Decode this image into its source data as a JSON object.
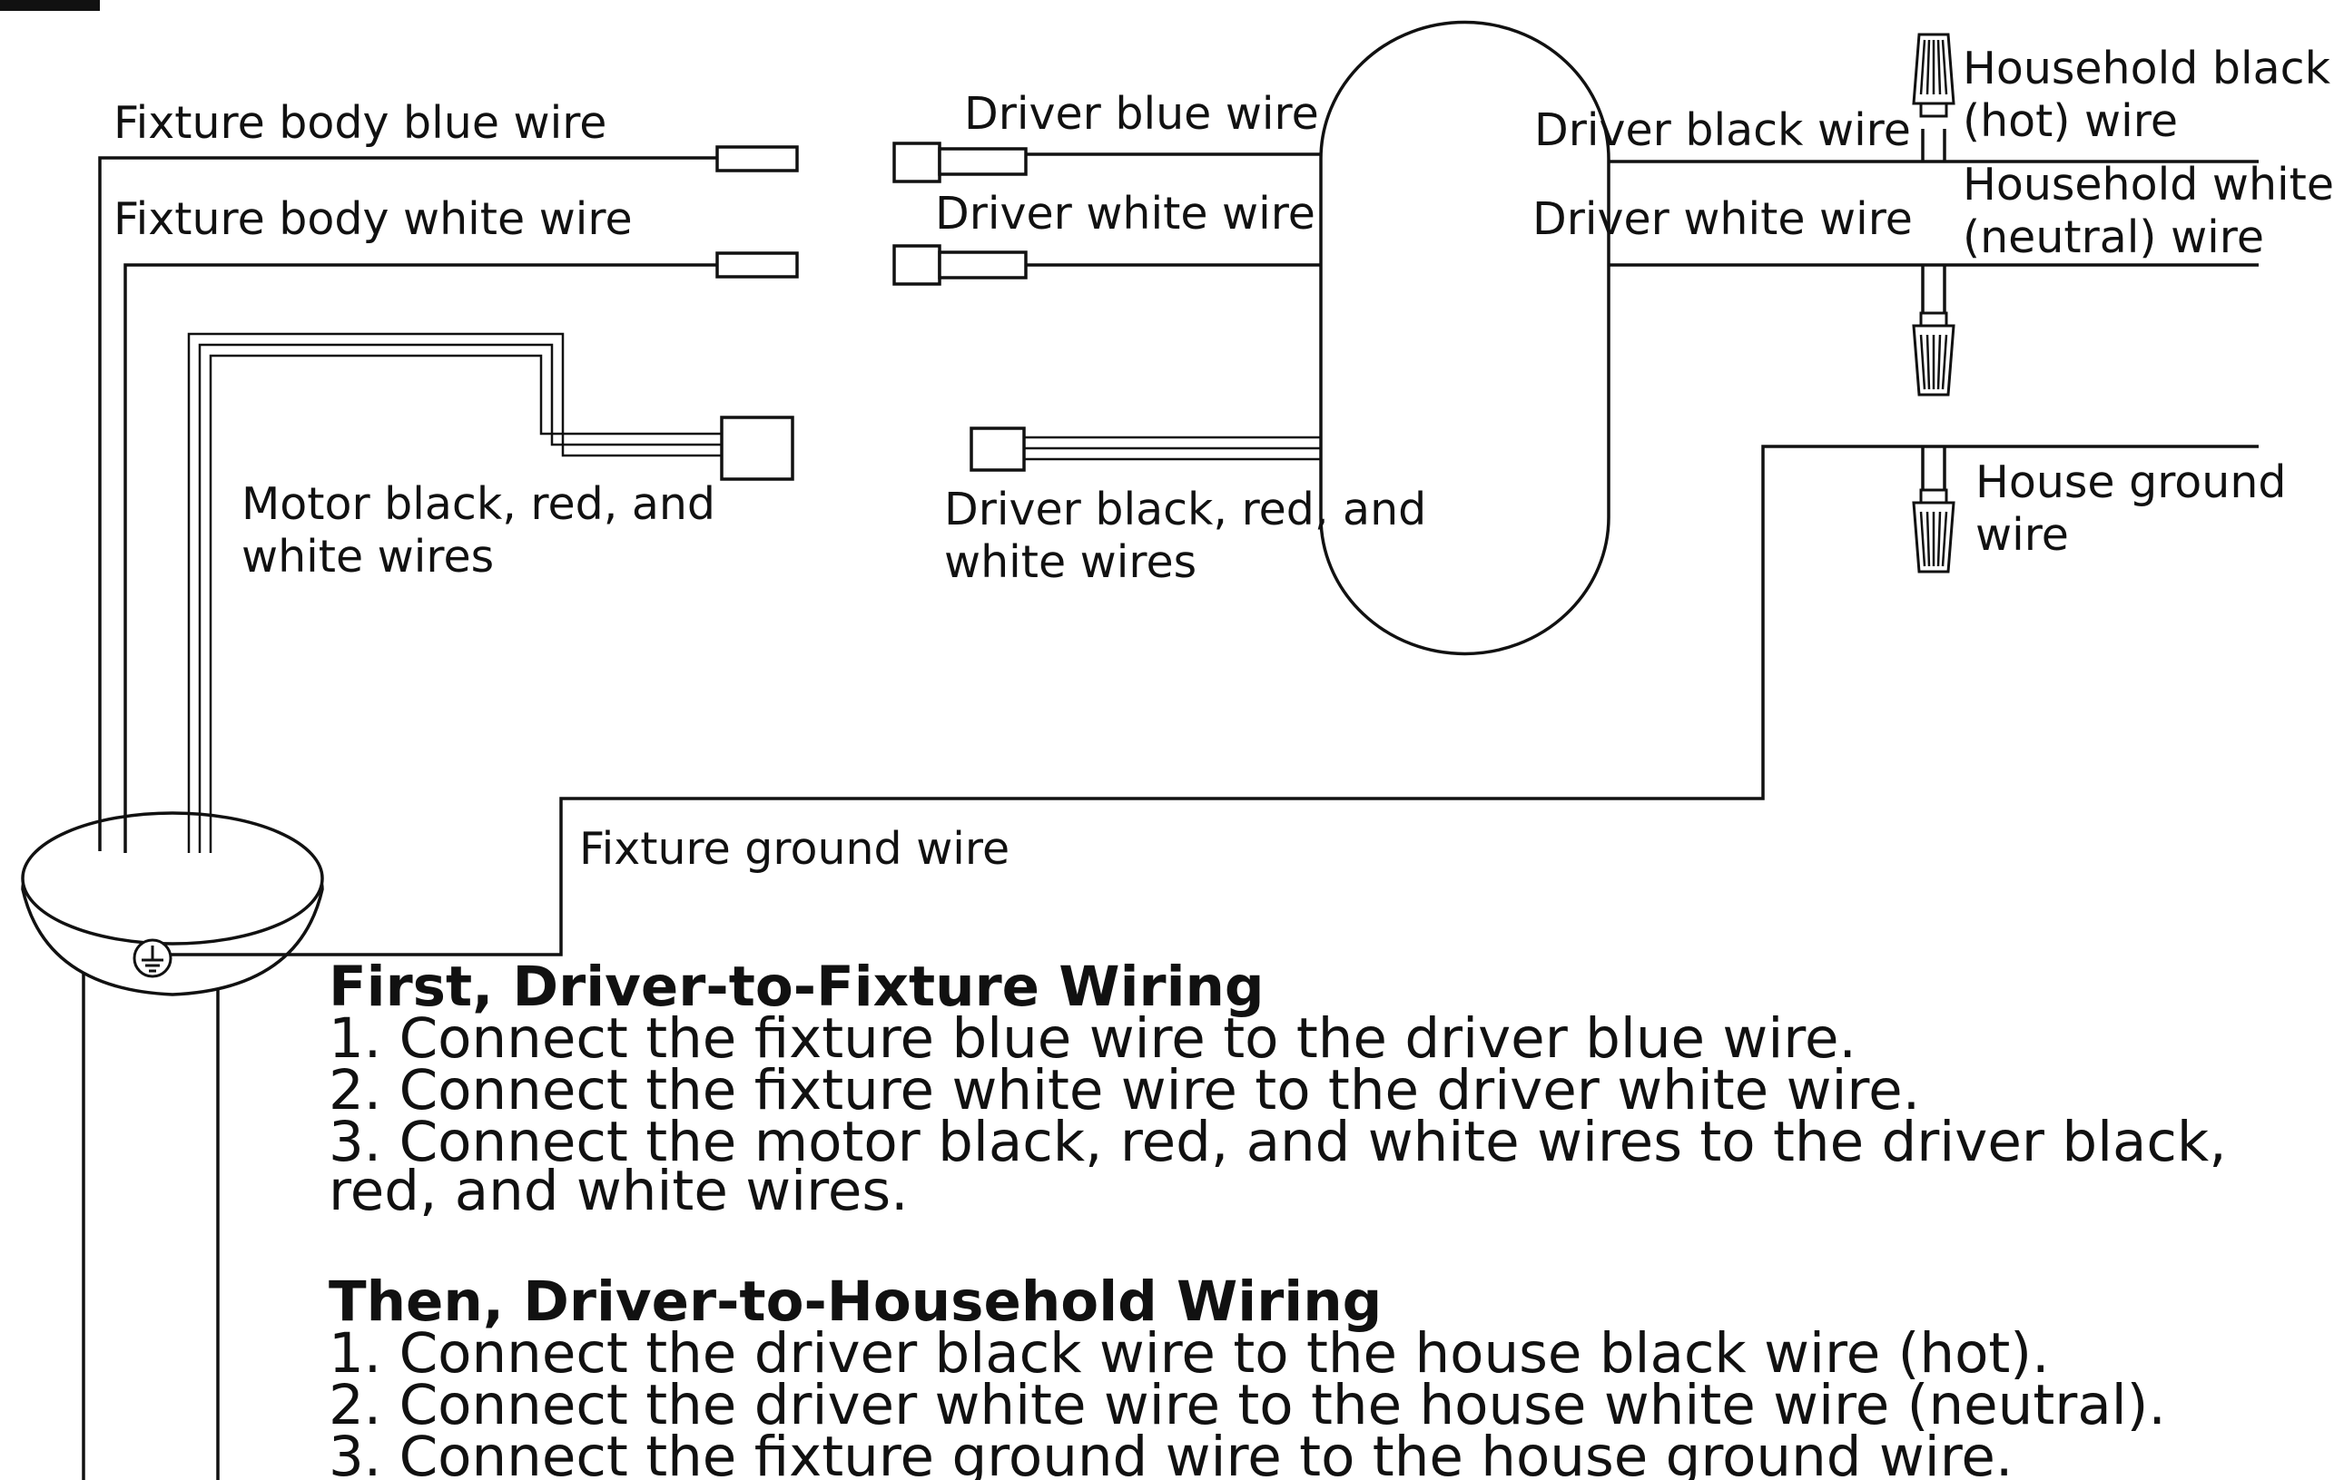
{
  "labels": {
    "fixture_body_blue": "Fixture body blue wire",
    "fixture_body_white": "Fixture body white wire",
    "driver_blue": "Driver blue wire",
    "driver_white_left": "Driver white wire",
    "driver_black": "Driver black wire",
    "driver_white_right": "Driver white wire",
    "household_black_1": "Household black",
    "household_black_2": "(hot) wire",
    "household_white_1": "Household white",
    "household_white_2": "(neutral) wire",
    "motor_wires_1": "Motor black, red, and",
    "motor_wires_2": "white wires",
    "driver_brw_1": "Driver black, red, and",
    "driver_brw_2": "white wires",
    "house_ground_1": "House ground",
    "house_ground_2": "wire",
    "fixture_ground": "Fixture ground wire"
  },
  "instructions": {
    "first_heading": "First, Driver-to-Fixture Wiring",
    "first_steps": [
      "1. Connect the fixture blue wire to the driver blue wire.",
      "2. Connect the fixture white wire to the driver white wire.",
      "3. Connect the motor black, red, and white wires to the driver black,",
      "red, and white wires."
    ],
    "then_heading": "Then, Driver-to-Household Wiring",
    "then_steps": [
      "1. Connect the driver black wire to the house black wire (hot).",
      "2. Connect the driver white wire to the house white wire (neutral).",
      "3. Connect the fixture ground wire to the house ground wire."
    ]
  },
  "colors": {
    "line": "#111111",
    "background": "#ffffff"
  },
  "icons": [
    "ground-symbol-icon",
    "wire-nut-icon"
  ]
}
